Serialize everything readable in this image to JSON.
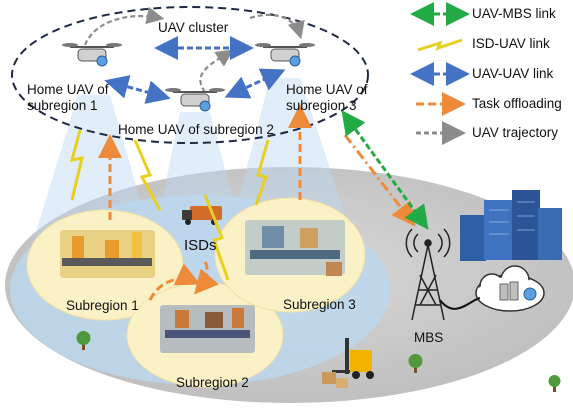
{
  "labels": {
    "cluster": "UAV cluster",
    "home1_line1": "Home UAV of",
    "home1_line2": "subregion 1",
    "home2": "Home UAV of subregion 2",
    "home3_line1": "Home UAV of",
    "home3_line2": "subregion 3",
    "isds": "ISDs",
    "sub1": "Subregion 1",
    "sub2": "Subregion 2",
    "sub3": "Subregion 3",
    "mbs": "MBS"
  },
  "legend": [
    {
      "label": "UAV-MBS link",
      "color": "#22aa44",
      "style": "dashed-double-arrow"
    },
    {
      "label": "ISD-UAV link",
      "color": "#e8d020",
      "style": "lightning"
    },
    {
      "label": "UAV-UAV link",
      "color": "#4472c4",
      "style": "dashed-double-arrow"
    },
    {
      "label": "Task offloading",
      "color": "#ed8b3b",
      "style": "dashed-arrow"
    },
    {
      "label": "UAV trajectory",
      "color": "#8c8c8c",
      "style": "dashed-arrow"
    }
  ],
  "colors": {
    "ground": "#c8c8c8",
    "coverage": "#bcd7ef",
    "subregion": "#fbf1c7",
    "cluster_outline": "#1f2a44"
  }
}
